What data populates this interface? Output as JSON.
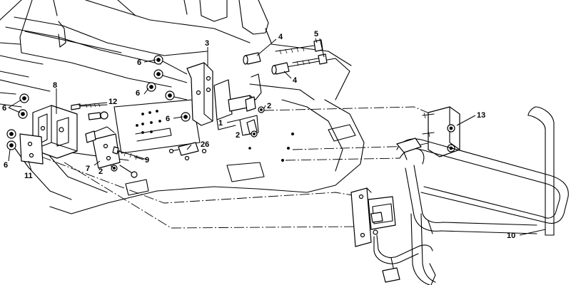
{
  "diagram": {
    "callouts": [
      {
        "id": "c1",
        "text": "1"
      },
      {
        "id": "c2a",
        "text": "2"
      },
      {
        "id": "c2b",
        "text": "2"
      },
      {
        "id": "c2c",
        "text": "2"
      },
      {
        "id": "c3",
        "text": "3"
      },
      {
        "id": "c4a",
        "text": "4"
      },
      {
        "id": "c4b",
        "text": "4"
      },
      {
        "id": "c5",
        "text": "5"
      },
      {
        "id": "c6a",
        "text": "6"
      },
      {
        "id": "c6b",
        "text": "6"
      },
      {
        "id": "c6c",
        "text": "6"
      },
      {
        "id": "c6d",
        "text": "6"
      },
      {
        "id": "c6e",
        "text": "6"
      },
      {
        "id": "c7",
        "text": "7"
      },
      {
        "id": "c8",
        "text": "8"
      },
      {
        "id": "c9",
        "text": "9"
      },
      {
        "id": "c10",
        "text": "10"
      },
      {
        "id": "c11",
        "text": "11"
      },
      {
        "id": "c12",
        "text": "12"
      },
      {
        "id": "c13",
        "text": "13"
      },
      {
        "id": "c26",
        "text": "26"
      }
    ]
  }
}
